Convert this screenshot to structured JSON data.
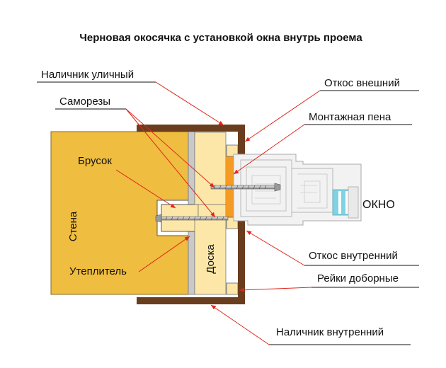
{
  "title": "Черновая окосячка с установкой окна внутрь проема",
  "labels": {
    "nalichnik_ulichny": "Наличник уличный",
    "otkos_vneshny": "Откос внешний",
    "samorezy": "Саморезы",
    "montazhnaya_pena": "Монтажная пена",
    "brusok": "Брусок",
    "stena": "Стена",
    "okno": "ОКНО",
    "doska": "Доска",
    "otkos_vnutrenny": "Откос внутренний",
    "uteplitel": "Утеплитель",
    "reyki_dobornye": "Рейки доборные",
    "nalichnik_vnutrenny": "Наличник внутренний"
  },
  "colors": {
    "wall": "#efbd3f",
    "wood": "#fce7a9",
    "trim": "#6a3d1e",
    "insulation": "#c9c9c9",
    "foam": "#f39b24",
    "pvc": "#f2f2f2",
    "glass": "#7fd3e3",
    "pointer": "#e0261c"
  }
}
